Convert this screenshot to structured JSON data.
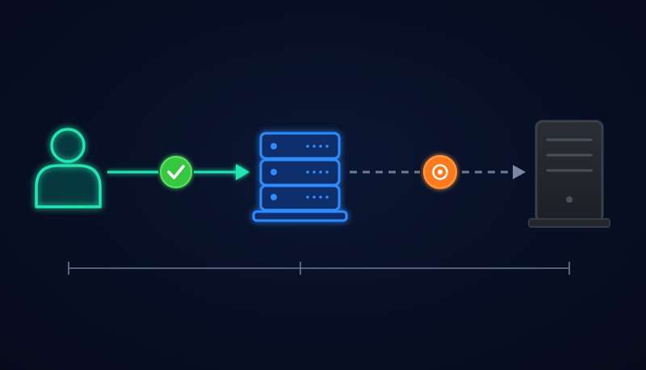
{
  "diagram": {
    "nodes": [
      {
        "id": "user",
        "icon": "user-icon",
        "color": "#22e6b0"
      },
      {
        "id": "server",
        "icon": "server-rack-icon",
        "color": "#2f8cff"
      },
      {
        "id": "remote-server",
        "icon": "tower-server-icon",
        "color": "#3a3f48"
      }
    ],
    "connections": [
      {
        "from": "user",
        "to": "server",
        "style": "solid",
        "color": "#22e6b0",
        "status_icon": "check-icon",
        "status_color": "#3fd14a"
      },
      {
        "from": "server",
        "to": "remote-server",
        "style": "dashed",
        "color": "#6f7a93",
        "status_icon": "target-icon",
        "status_color": "#ff7a1a"
      }
    ],
    "timeline": {
      "color": "#6f7a93",
      "segments": 2
    }
  }
}
